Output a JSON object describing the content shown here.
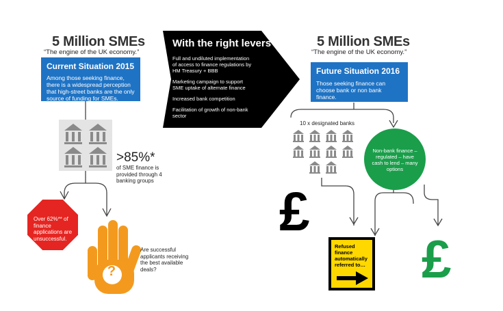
{
  "left": {
    "title": "5 Million SMEs",
    "tagline": "“The engine of the UK economy.”",
    "current": {
      "heading": "Current Situation 2015",
      "body": "Among those seeking finance, there is a widespread perception that high-street banks are the only source of funding for SMEs."
    },
    "stat_big": ">85%*",
    "stat_text": "of SME finance is provided through 4 banking groups",
    "stop_text": "Over 62%** of finance applications are unsuccessful.",
    "question_text": "Are successful applicants receiving the best available deals?",
    "question_mark": "?"
  },
  "middle": {
    "heading": "With the right levers",
    "items": [
      "Full and undiluted implementation of access to finance regulations by HM Treasury + BBB",
      "Marketing campaign to support SME uptake of alternate finance",
      "Increased bank competition",
      "Facilitation of growth of non-bank sector"
    ]
  },
  "right": {
    "title": "5 Million SMEs",
    "tagline": "“The engine of the UK economy.”",
    "future": {
      "heading": "Future Situation 2016",
      "body": "Those seeking finance can choose bank or non bank finance."
    },
    "banks_label": "10 x designated banks",
    "nonbank_text": "Non-bank finance – regulated – have cash to lend – many options",
    "refused_text": "Refused finance automatically referred to…",
    "pound": "£"
  },
  "colors": {
    "blue": "#1f73c4",
    "red": "#e52521",
    "green": "#1a9e4a",
    "yellow": "#ffd800",
    "orange": "#f39a1e",
    "bank_grey": "#8a8a8a"
  },
  "icons": {
    "bank": "bank-icon",
    "stop": "octagon-stop-sign",
    "hand": "hand-stop-icon",
    "arrow": "right-arrow-icon",
    "currency": "pound-sign"
  }
}
